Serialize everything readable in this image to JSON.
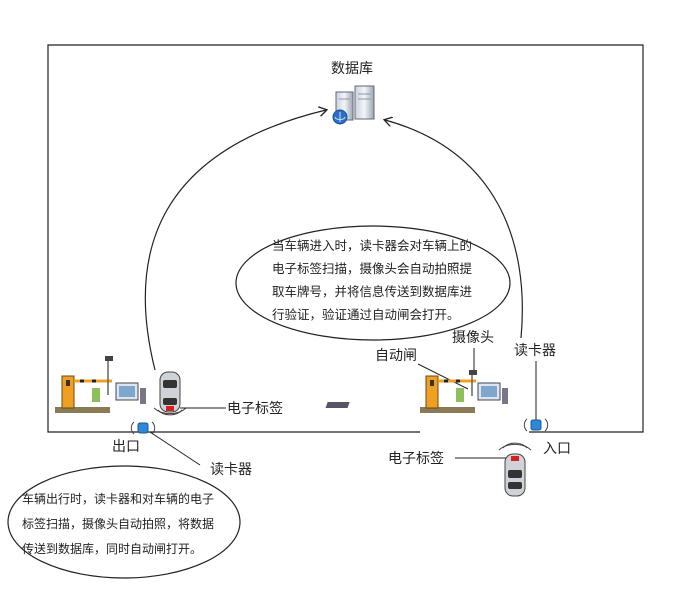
{
  "database": {
    "label": "数据库"
  },
  "exit": {
    "label": "出口",
    "tag_label": "电子标签",
    "reader_label": "读卡器",
    "note_lines": [
      "车辆出行时，读卡器和对车辆的电子",
      "标签扫描，摄像头自动拍照，将数据",
      "传送到数据库，同时自动闸打开。"
    ]
  },
  "entrance": {
    "label": "入口",
    "tag_label": "电子标签",
    "reader_label": "读卡器",
    "camera_label": "摄像头",
    "gate_label": "自动闸",
    "note_lines": [
      "当车辆进入时，读卡器会对车辆上的",
      "电子标签扫描，摄像头会自动拍照提",
      "取车牌号，并将信息传送到数据库进",
      "行验证，验证通过自动闸会打开。"
    ]
  },
  "icons": [
    "database-server-icon",
    "barrier-gate-icon",
    "camera-pole-icon",
    "computer-monitor-icon",
    "car-icon",
    "card-reader-icon",
    "signal-wave-icon"
  ],
  "colors": {
    "line": "#222222",
    "reader": "#2f86d4",
    "car_tag": "#d42020",
    "gate_stripe": "#f0a020"
  }
}
